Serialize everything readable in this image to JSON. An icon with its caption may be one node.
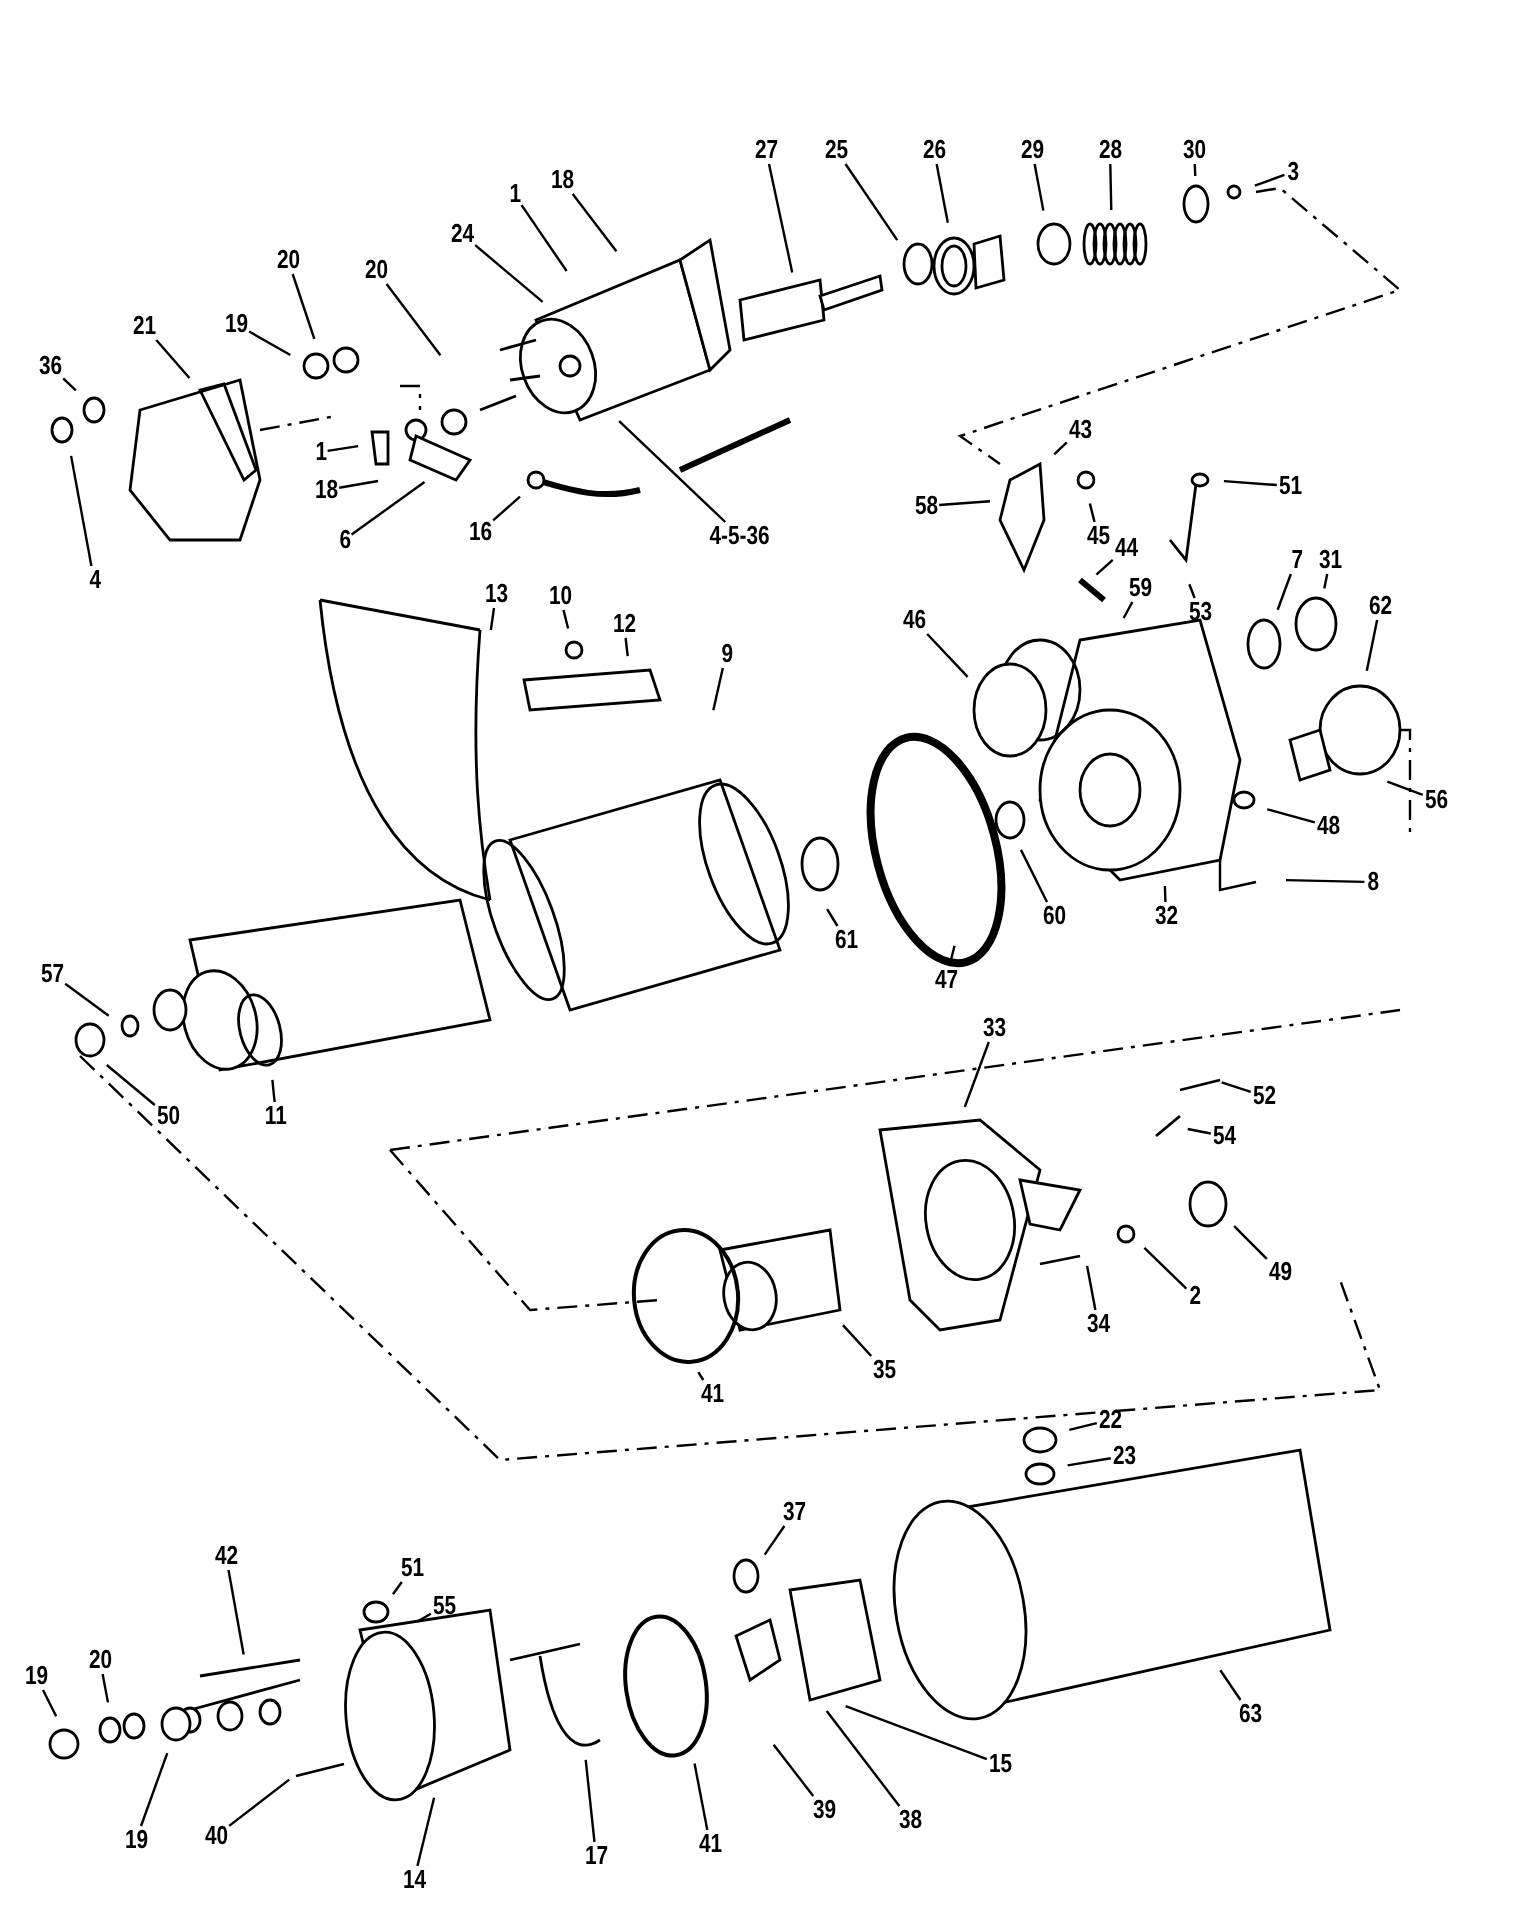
{
  "diagram": {
    "nodes": [
      {
        "text": [
          "27"
        ]
      },
      {
        "text": [
          "25"
        ]
      },
      {
        "text": [
          "26"
        ]
      },
      {
        "text": [
          "29"
        ]
      },
      {
        "text": [
          "28"
        ]
      },
      {
        "text": [
          "30"
        ]
      },
      {
        "text": [
          "3"
        ]
      },
      {
        "text": [
          "1"
        ]
      },
      {
        "text": [
          "18"
        ]
      },
      {
        "text": [
          "24"
        ]
      },
      {
        "text": [
          "20"
        ]
      },
      {
        "text": [
          "19"
        ]
      },
      {
        "text": [
          "20"
        ]
      },
      {
        "text": [
          "21"
        ]
      },
      {
        "text": [
          "36"
        ]
      },
      {
        "text": [
          "4"
        ]
      },
      {
        "text": [
          "1"
        ]
      },
      {
        "text": [
          "18"
        ]
      },
      {
        "text": [
          "6"
        ]
      },
      {
        "text": [
          "16"
        ]
      },
      {
        "text": [
          "4-5-36"
        ]
      },
      {
        "text": [
          "43"
        ]
      },
      {
        "text": [
          "58"
        ]
      },
      {
        "text": [
          "45"
        ]
      },
      {
        "text": [
          "51"
        ]
      },
      {
        "text": [
          "44"
        ]
      },
      {
        "text": [
          "59"
        ]
      },
      {
        "text": [
          "53"
        ]
      },
      {
        "text": [
          "7"
        ]
      },
      {
        "text": [
          "31"
        ]
      },
      {
        "text": [
          "62"
        ]
      },
      {
        "text": [
          "46"
        ]
      },
      {
        "text": [
          "56"
        ]
      },
      {
        "text": [
          "48"
        ]
      },
      {
        "text": [
          "8"
        ]
      },
      {
        "text": [
          "32"
        ]
      },
      {
        "text": [
          "60"
        ]
      },
      {
        "text": [
          "47"
        ]
      },
      {
        "text": [
          "61"
        ]
      },
      {
        "text": [
          "13"
        ]
      },
      {
        "text": [
          "10"
        ]
      },
      {
        "text": [
          "12"
        ]
      },
      {
        "text": [
          "9"
        ]
      },
      {
        "text": [
          "57"
        ]
      },
      {
        "text": [
          "50"
        ]
      },
      {
        "text": [
          "11"
        ]
      },
      {
        "text": [
          "33"
        ]
      },
      {
        "text": [
          "52"
        ]
      },
      {
        "text": [
          "54"
        ]
      },
      {
        "text": [
          "49"
        ]
      },
      {
        "text": [
          "2"
        ]
      },
      {
        "text": [
          "34"
        ]
      },
      {
        "text": [
          "35"
        ]
      },
      {
        "text": [
          "41"
        ]
      },
      {
        "text": [
          "22"
        ]
      },
      {
        "text": [
          "23"
        ]
      },
      {
        "text": [
          "37"
        ]
      },
      {
        "text": [
          "42"
        ]
      },
      {
        "text": [
          "51"
        ]
      },
      {
        "text": [
          "55"
        ]
      },
      {
        "text": [
          "19"
        ]
      },
      {
        "text": [
          "20"
        ]
      },
      {
        "text": [
          "19"
        ]
      },
      {
        "text": [
          "40"
        ]
      },
      {
        "text": [
          "14"
        ]
      },
      {
        "text": [
          "17"
        ]
      },
      {
        "text": [
          "41"
        ]
      },
      {
        "text": [
          "39"
        ]
      },
      {
        "text": [
          "38"
        ]
      },
      {
        "text": [
          "15"
        ]
      },
      {
        "text": [
          "63"
        ]
      }
    ],
    "edges": [
      {
        "from": 0,
        "to": null,
        "arrow": "none"
      },
      {
        "from": 1,
        "to": null,
        "arrow": "none"
      },
      {
        "from": 2,
        "to": null,
        "arrow": "none"
      },
      {
        "from": 3,
        "to": null,
        "arrow": "none"
      },
      {
        "from": 4,
        "to": null,
        "arrow": "none"
      },
      {
        "from": 5,
        "to": null,
        "arrow": "none"
      },
      {
        "from": 6,
        "to": null,
        "arrow": "none"
      },
      {
        "from": 7,
        "to": null,
        "arrow": "none"
      },
      {
        "from": 8,
        "to": null,
        "arrow": "none"
      },
      {
        "from": 9,
        "to": null,
        "arrow": "none"
      },
      {
        "from": 10,
        "to": null,
        "arrow": "none"
      },
      {
        "from": 11,
        "to": null,
        "arrow": "none"
      },
      {
        "from": 12,
        "to": null,
        "arrow": "none"
      },
      {
        "from": 13,
        "to": null,
        "arrow": "none"
      },
      {
        "from": 14,
        "to": null,
        "arrow": "none"
      },
      {
        "from": 15,
        "to": null,
        "arrow": "none"
      },
      {
        "from": 16,
        "to": null,
        "arrow": "none"
      },
      {
        "from": 17,
        "to": null,
        "arrow": "none"
      },
      {
        "from": 18,
        "to": null,
        "arrow": "none"
      },
      {
        "from": 19,
        "to": null,
        "arrow": "none"
      },
      {
        "from": 20,
        "to": null,
        "arrow": "none"
      },
      {
        "from": 21,
        "to": null,
        "arrow": "none"
      },
      {
        "from": 22,
        "to": null,
        "arrow": "none"
      },
      {
        "from": 23,
        "to": null,
        "arrow": "none"
      },
      {
        "from": 24,
        "to": null,
        "arrow": "none"
      },
      {
        "from": 25,
        "to": null,
        "arrow": "none"
      },
      {
        "from": 26,
        "to": null,
        "arrow": "none"
      },
      {
        "from": 27,
        "to": null,
        "arrow": "none"
      },
      {
        "from": 28,
        "to": null,
        "arrow": "none"
      },
      {
        "from": 29,
        "to": null,
        "arrow": "none"
      },
      {
        "from": 30,
        "to": null,
        "arrow": "none"
      },
      {
        "from": 31,
        "to": null,
        "arrow": "none"
      },
      {
        "from": 32,
        "to": null,
        "arrow": "none"
      },
      {
        "from": 33,
        "to": null,
        "arrow": "none"
      },
      {
        "from": 34,
        "to": null,
        "arrow": "none"
      },
      {
        "from": 35,
        "to": null,
        "arrow": "none"
      },
      {
        "from": 36,
        "to": null,
        "arrow": "none"
      },
      {
        "from": 37,
        "to": null,
        "arrow": "none"
      },
      {
        "from": 38,
        "to": null,
        "arrow": "none"
      },
      {
        "from": 39,
        "to": null,
        "arrow": "none"
      },
      {
        "from": 40,
        "to": null,
        "arrow": "none"
      },
      {
        "from": 41,
        "to": null,
        "arrow": "none"
      },
      {
        "from": 42,
        "to": null,
        "arrow": "none"
      },
      {
        "from": 43,
        "to": null,
        "arrow": "none"
      },
      {
        "from": 44,
        "to": null,
        "arrow": "none"
      },
      {
        "from": 45,
        "to": null,
        "arrow": "none"
      },
      {
        "from": 46,
        "to": null,
        "arrow": "none"
      },
      {
        "from": 47,
        "to": null,
        "arrow": "none"
      },
      {
        "from": 48,
        "to": null,
        "arrow": "none"
      },
      {
        "from": 49,
        "to": null,
        "arrow": "none"
      },
      {
        "from": 50,
        "to": null,
        "arrow": "none"
      },
      {
        "from": 51,
        "to": null,
        "arrow": "none"
      },
      {
        "from": 52,
        "to": null,
        "arrow": "none"
      },
      {
        "from": 53,
        "to": null,
        "arrow": "none"
      },
      {
        "from": 54,
        "to": null,
        "arrow": "none"
      },
      {
        "from": 55,
        "to": null,
        "arrow": "none"
      },
      {
        "from": 56,
        "to": null,
        "arrow": "none"
      },
      {
        "from": 57,
        "to": null,
        "arrow": "none"
      },
      {
        "from": 58,
        "to": null,
        "arrow": "none"
      },
      {
        "from": 59,
        "to": null,
        "arrow": "none"
      },
      {
        "from": 60,
        "to": null,
        "arrow": "none"
      },
      {
        "from": 61,
        "to": null,
        "arrow": "none"
      },
      {
        "from": 62,
        "to": null,
        "arrow": "none"
      },
      {
        "from": 63,
        "to": null,
        "arrow": "none"
      },
      {
        "from": 64,
        "to": null,
        "arrow": "none"
      },
      {
        "from": 65,
        "to": null,
        "arrow": "none"
      },
      {
        "from": 66,
        "to": null,
        "arrow": "none"
      },
      {
        "from": 67,
        "to": null,
        "arrow": "none"
      },
      {
        "from": 68,
        "to": null,
        "arrow": "none"
      },
      {
        "from": 69,
        "to": null,
        "arrow": "none"
      },
      {
        "from": 70,
        "to": null,
        "arrow": "none"
      }
    ]
  }
}
